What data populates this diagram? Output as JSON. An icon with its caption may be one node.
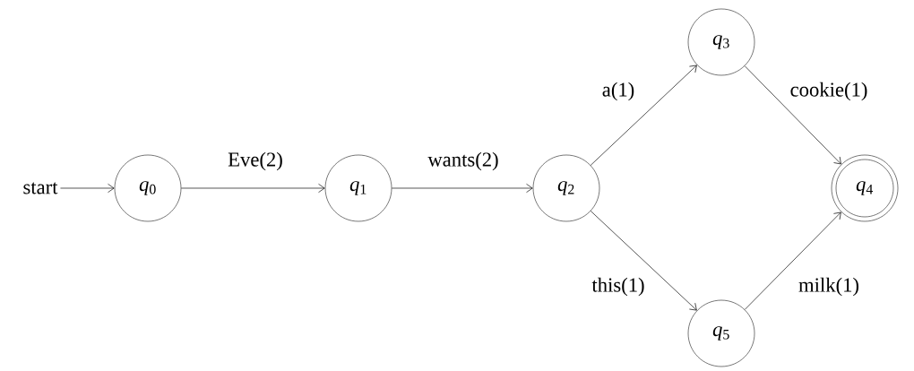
{
  "diagram": {
    "nodes": [
      {
        "text": [
          "start"
        ]
      },
      {
        "text": [
          "*q*$_{0}$"
        ]
      },
      {
        "text": [
          "*q*$_{1}$"
        ]
      },
      {
        "text": [
          "*q*$_{2}$"
        ]
      },
      {
        "text": [
          "*q*$_{3}$"
        ]
      },
      {
        "text": [],
        "shape": "circle"
      },
      {
        "text": [
          "*q*$_{4}$"
        ],
        "in": 5
      },
      {
        "text": [
          "*q*$_{5}$"
        ]
      }
    ],
    "edges": [
      {
        "from": 0,
        "to": 1,
        "arrow": "to"
      },
      {
        "from": 1,
        "to": 2,
        "arrow": "to",
        "label": "Eve(2)"
      },
      {
        "from": 2,
        "to": 3,
        "arrow": "to",
        "label": "wants(2)"
      },
      {
        "from": 3,
        "to": 4,
        "arrow": "to",
        "label": "a(1)"
      },
      {
        "from": 4,
        "to": 5,
        "arrow": "to",
        "label": "cookie(1)"
      },
      {
        "from": 3,
        "to": 7,
        "arrow": "to",
        "label": "this(1)"
      },
      {
        "from": 7,
        "to": 5,
        "arrow": "to",
        "label": "milk(1)"
      }
    ]
  }
}
